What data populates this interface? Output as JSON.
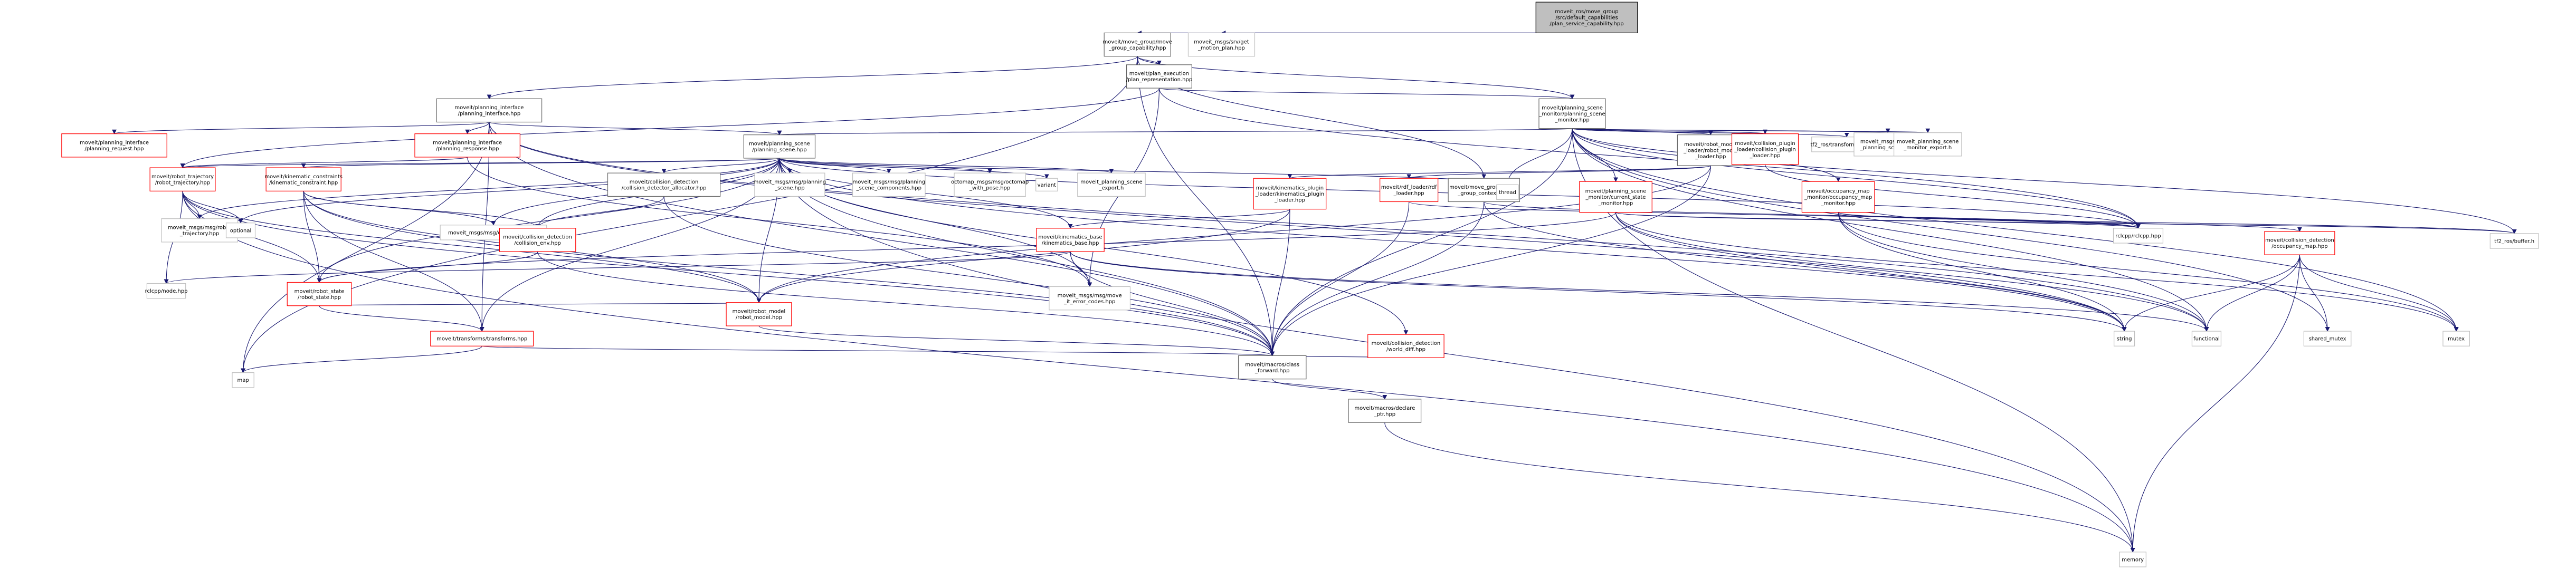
{
  "diagram": {
    "type": "include-dependency-graph",
    "colors": {
      "edge": "#191970",
      "root_fill": "#bfbfbf",
      "documented_border": "#666666",
      "truncated_border": "#ff0000",
      "external_border": "#bfbfbf"
    },
    "nodes": [
      {
        "id": "root",
        "lines": [
          "moveit_ros/move_group",
          "/src/default_capabilities",
          "/plan_service_capability.hpp"
        ],
        "kind": "root"
      },
      {
        "id": "move_group_capability",
        "lines": [
          "moveit/move_group/move",
          "_group_capability.hpp"
        ],
        "kind": "documented"
      },
      {
        "id": "get_motion_plan",
        "lines": [
          "moveit_msgs/srv/get",
          "_motion_plan.hpp"
        ],
        "kind": "external"
      },
      {
        "id": "plan_representation",
        "lines": [
          "moveit/plan_execution",
          "/plan_representation.hpp"
        ],
        "kind": "documented"
      },
      {
        "id": "planning_interface",
        "lines": [
          "moveit/planning_interface",
          "/planning_interface.hpp"
        ],
        "kind": "documented"
      },
      {
        "id": "planning_scene_monitor",
        "lines": [
          "moveit/planning_scene",
          "_monitor/planning_scene",
          "_monitor.hpp"
        ],
        "kind": "documented"
      },
      {
        "id": "planning_request",
        "lines": [
          "moveit/planning_interface",
          "/planning_request.hpp"
        ],
        "kind": "truncated"
      },
      {
        "id": "planning_response",
        "lines": [
          "moveit/planning_interface",
          "/planning_response.hpp"
        ],
        "kind": "truncated"
      },
      {
        "id": "planning_scene",
        "lines": [
          "moveit/planning_scene",
          "/planning_scene.hpp"
        ],
        "kind": "documented"
      },
      {
        "id": "robot_model_loader",
        "lines": [
          "moveit/robot_model",
          "_loader/robot_model",
          "_loader.hpp"
        ],
        "kind": "documented"
      },
      {
        "id": "collision_plugin_loader",
        "lines": [
          "moveit/collision_plugin",
          "_loader/collision_plugin",
          "_loader.hpp"
        ],
        "kind": "truncated"
      },
      {
        "id": "tf2_transform_listener",
        "lines": [
          "tf2_ros/transform_listener.h"
        ],
        "kind": "external"
      },
      {
        "id": "get_planning_scene",
        "lines": [
          "moveit_msgs/srv/get",
          "_planning_scene.hpp"
        ],
        "kind": "external"
      },
      {
        "id": "psm_export",
        "lines": [
          "moveit_planning_scene",
          "_monitor_export.h"
        ],
        "kind": "external"
      },
      {
        "id": "robot_trajectory",
        "lines": [
          "moveit/robot_trajectory",
          "/robot_trajectory.hpp"
        ],
        "kind": "truncated"
      },
      {
        "id": "kinematic_constraint",
        "lines": [
          "moveit/kinematic_constraints",
          "/kinematic_constraint.hpp"
        ],
        "kind": "truncated"
      },
      {
        "id": "collision_detector_allocator",
        "lines": [
          "moveit/collision_detection",
          "/collision_detector_allocator.hpp"
        ],
        "kind": "documented"
      },
      {
        "id": "msg_planning_scene",
        "lines": [
          "moveit_msgs/msg/planning",
          "_scene.hpp"
        ],
        "kind": "external"
      },
      {
        "id": "msg_planning_scene_components",
        "lines": [
          "moveit_msgs/msg/planning",
          "_scene_components.hpp"
        ],
        "kind": "external"
      },
      {
        "id": "octomap_with_pose",
        "lines": [
          "octomap_msgs/msg/octomap",
          "_with_pose.hpp"
        ],
        "kind": "external"
      },
      {
        "id": "variant",
        "lines": [
          "variant"
        ],
        "kind": "external"
      },
      {
        "id": "planning_scene_export",
        "lines": [
          "moveit_planning_scene",
          "_export.h"
        ],
        "kind": "external"
      },
      {
        "id": "kinematics_plugin_loader",
        "lines": [
          "moveit/kinematics_plugin",
          "_loader/kinematics_plugin",
          "_loader.hpp"
        ],
        "kind": "truncated"
      },
      {
        "id": "rdf_loader",
        "lines": [
          "moveit/rdf_loader/rdf",
          "_loader.hpp"
        ],
        "kind": "truncated"
      },
      {
        "id": "move_group_context",
        "lines": [
          "moveit/move_group/move",
          "_group_context.hpp"
        ],
        "kind": "documented"
      },
      {
        "id": "thread",
        "lines": [
          "thread"
        ],
        "kind": "external"
      },
      {
        "id": "current_state_monitor",
        "lines": [
          "moveit/planning_scene",
          "_monitor/current_state",
          "_monitor.hpp"
        ],
        "kind": "truncated"
      },
      {
        "id": "occupancy_map_monitor",
        "lines": [
          "moveit/occupancy_map",
          "_monitor/occupancy_map",
          "_monitor.hpp"
        ],
        "kind": "truncated"
      },
      {
        "id": "msg_robot_trajectory",
        "lines": [
          "moveit_msgs/msg/robot",
          "_trajectory.hpp"
        ],
        "kind": "external"
      },
      {
        "id": "optional",
        "lines": [
          "optional"
        ],
        "kind": "external"
      },
      {
        "id": "msg_constraints",
        "lines": [
          "moveit_msgs/msg/constraints.hpp"
        ],
        "kind": "external"
      },
      {
        "id": "collision_env",
        "lines": [
          "moveit/collision_detection",
          "/collision_env.hpp"
        ],
        "kind": "truncated"
      },
      {
        "id": "kinematics_base",
        "lines": [
          "moveit/kinematics_base",
          "/kinematics_base.hpp"
        ],
        "kind": "truncated"
      },
      {
        "id": "rclcpp",
        "lines": [
          "rclcpp/rclcpp.hpp"
        ],
        "kind": "external"
      },
      {
        "id": "occupancy_map",
        "lines": [
          "moveit/collision_detection",
          "/occupancy_map.hpp"
        ],
        "kind": "truncated"
      },
      {
        "id": "tf2_buffer",
        "lines": [
          "tf2_ros/buffer.h"
        ],
        "kind": "external"
      },
      {
        "id": "rclcpp_node",
        "lines": [
          "rclcpp/node.hpp"
        ],
        "kind": "external"
      },
      {
        "id": "robot_state",
        "lines": [
          "moveit/robot_state",
          "/robot_state.hpp"
        ],
        "kind": "truncated"
      },
      {
        "id": "move_it_error_codes",
        "lines": [
          "moveit_msgs/msg/move",
          "_it_error_codes.hpp"
        ],
        "kind": "external"
      },
      {
        "id": "string",
        "lines": [
          "string"
        ],
        "kind": "external"
      },
      {
        "id": "functional",
        "lines": [
          "functional"
        ],
        "kind": "external"
      },
      {
        "id": "shared_mutex",
        "lines": [
          "shared_mutex"
        ],
        "kind": "external"
      },
      {
        "id": "mutex",
        "lines": [
          "mutex"
        ],
        "kind": "external"
      },
      {
        "id": "transforms",
        "lines": [
          "moveit/transforms/transforms.hpp"
        ],
        "kind": "truncated"
      },
      {
        "id": "robot_model",
        "lines": [
          "moveit/robot_model",
          "/robot_model.hpp"
        ],
        "kind": "truncated"
      },
      {
        "id": "world_diff",
        "lines": [
          "moveit/collision_detection",
          "/world_diff.hpp"
        ],
        "kind": "truncated"
      },
      {
        "id": "map",
        "lines": [
          "map"
        ],
        "kind": "external"
      },
      {
        "id": "class_forward",
        "lines": [
          "moveit/macros/class",
          "_forward.hpp"
        ],
        "kind": "documented"
      },
      {
        "id": "declare_ptr",
        "lines": [
          "moveit/macros/declare",
          "_ptr.hpp"
        ],
        "kind": "documented"
      },
      {
        "id": "memory",
        "lines": [
          "memory"
        ],
        "kind": "external"
      }
    ],
    "edges": [
      [
        "root",
        "move_group_capability"
      ],
      [
        "root",
        "get_motion_plan"
      ],
      [
        "move_group_capability",
        "planning_interface"
      ],
      [
        "move_group_capability",
        "plan_representation"
      ],
      [
        "move_group_capability",
        "planning_scene_monitor"
      ],
      [
        "move_group_capability",
        "move_group_context"
      ],
      [
        "move_group_capability",
        "class_forward"
      ],
      [
        "move_group_capability",
        "map"
      ],
      [
        "plan_representation",
        "planning_scene_monitor"
      ],
      [
        "plan_representation",
        "robot_trajectory"
      ],
      [
        "plan_representation",
        "move_it_error_codes"
      ],
      [
        "plan_representation",
        "rclcpp"
      ],
      [
        "planning_interface",
        "planning_request"
      ],
      [
        "planning_interface",
        "planning_response"
      ],
      [
        "planning_interface",
        "planning_scene"
      ],
      [
        "planning_interface",
        "class_forward"
      ],
      [
        "planning_interface",
        "string"
      ],
      [
        "planning_interface",
        "map"
      ],
      [
        "planning_interface",
        "functional"
      ],
      [
        "planning_interface",
        "transforms"
      ],
      [
        "planning_response",
        "robot_trajectory"
      ],
      [
        "planning_response",
        "move_it_error_codes"
      ],
      [
        "planning_scene_monitor",
        "planning_scene"
      ],
      [
        "planning_scene_monitor",
        "robot_model_loader"
      ],
      [
        "planning_scene_monitor",
        "collision_plugin_loader"
      ],
      [
        "planning_scene_monitor",
        "tf2_transform_listener"
      ],
      [
        "planning_scene_monitor",
        "get_planning_scene"
      ],
      [
        "planning_scene_monitor",
        "psm_export"
      ],
      [
        "planning_scene_monitor",
        "current_state_monitor"
      ],
      [
        "planning_scene_monitor",
        "occupancy_map_monitor"
      ],
      [
        "planning_scene_monitor",
        "thread"
      ],
      [
        "planning_scene_monitor",
        "rclcpp"
      ],
      [
        "planning_scene_monitor",
        "tf2_buffer"
      ],
      [
        "planning_scene_monitor",
        "shared_mutex"
      ],
      [
        "planning_scene_monitor",
        "mutex"
      ],
      [
        "planning_scene_monitor",
        "memory"
      ],
      [
        "planning_scene_monitor",
        "class_forward"
      ],
      [
        "planning_scene_monitor",
        "functional"
      ],
      [
        "planning_scene",
        "robot_trajectory"
      ],
      [
        "planning_scene",
        "kinematic_constraint"
      ],
      [
        "planning_scene",
        "collision_detector_allocator"
      ],
      [
        "planning_scene",
        "msg_planning_scene"
      ],
      [
        "planning_scene",
        "msg_planning_scene_components"
      ],
      [
        "planning_scene",
        "octomap_with_pose"
      ],
      [
        "planning_scene",
        "variant"
      ],
      [
        "planning_scene",
        "planning_scene_export"
      ],
      [
        "planning_scene",
        "thread"
      ],
      [
        "planning_scene",
        "rclcpp"
      ],
      [
        "planning_scene",
        "kinematics_base"
      ],
      [
        "planning_scene",
        "robot_state"
      ],
      [
        "planning_scene",
        "robot_model"
      ],
      [
        "planning_scene",
        "collision_env"
      ],
      [
        "planning_scene",
        "world_diff"
      ],
      [
        "planning_scene",
        "transforms"
      ],
      [
        "planning_scene",
        "class_forward"
      ],
      [
        "planning_scene",
        "msg_robot_trajectory"
      ],
      [
        "planning_scene",
        "optional"
      ],
      [
        "planning_scene",
        "msg_constraints"
      ],
      [
        "planning_scene",
        "move_it_error_codes"
      ],
      [
        "planning_scene",
        "string"
      ],
      [
        "planning_scene",
        "memory"
      ],
      [
        "robot_model_loader",
        "kinematics_plugin_loader"
      ],
      [
        "robot_model_loader",
        "rdf_loader"
      ],
      [
        "robot_model_loader",
        "robot_model"
      ],
      [
        "robot_model_loader",
        "class_forward"
      ],
      [
        "kinematics_plugin_loader",
        "kinematics_base"
      ],
      [
        "kinematics_plugin_loader",
        "robot_model"
      ],
      [
        "kinematics_plugin_loader",
        "class_forward"
      ],
      [
        "rdf_loader",
        "rclcpp"
      ],
      [
        "rdf_loader",
        "class_forward"
      ],
      [
        "move_group_context",
        "rclcpp"
      ],
      [
        "move_group_context",
        "string"
      ],
      [
        "move_group_context",
        "class_forward"
      ],
      [
        "collision_plugin_loader",
        "rclcpp"
      ],
      [
        "current_state_monitor",
        "rclcpp"
      ],
      [
        "current_state_monitor",
        "string"
      ],
      [
        "current_state_monitor",
        "functional"
      ],
      [
        "current_state_monitor",
        "mutex"
      ],
      [
        "current_state_monitor",
        "tf2_buffer"
      ],
      [
        "current_state_monitor",
        "robot_state"
      ],
      [
        "occupancy_map_monitor",
        "occupancy_map"
      ],
      [
        "occupancy_map_monitor",
        "rclcpp"
      ],
      [
        "occupancy_map_monitor",
        "string"
      ],
      [
        "occupancy_map_monitor",
        "functional"
      ],
      [
        "occupancy_map_monitor",
        "mutex"
      ],
      [
        "occupancy_map_monitor",
        "tf2_buffer"
      ],
      [
        "occupancy_map",
        "shared_mutex"
      ],
      [
        "occupancy_map",
        "mutex"
      ],
      [
        "occupancy_map",
        "string"
      ],
      [
        "occupancy_map",
        "functional"
      ],
      [
        "occupancy_map",
        "memory"
      ],
      [
        "robot_trajectory",
        "msg_robot_trajectory"
      ],
      [
        "robot_trajectory",
        "optional"
      ],
      [
        "robot_trajectory",
        "robot_state"
      ],
      [
        "robot_trajectory",
        "robot_model"
      ],
      [
        "robot_trajectory",
        "rclcpp_node"
      ],
      [
        "robot_trajectory",
        "class_forward"
      ],
      [
        "robot_trajectory",
        "memory"
      ],
      [
        "kinematic_constraint",
        "msg_constraints"
      ],
      [
        "kinematic_constraint",
        "collision_env"
      ],
      [
        "kinematic_constraint",
        "robot_state"
      ],
      [
        "kinematic_constraint",
        "robot_model"
      ],
      [
        "kinematic_constraint",
        "transforms"
      ],
      [
        "kinematic_constraint",
        "class_forward"
      ],
      [
        "collision_detector_allocator",
        "collision_env"
      ],
      [
        "collision_detector_allocator",
        "class_forward"
      ],
      [
        "collision_env",
        "robot_state"
      ],
      [
        "collision_env",
        "class_forward"
      ],
      [
        "kinematics_base",
        "move_it_error_codes"
      ],
      [
        "kinematics_base",
        "rclcpp_node"
      ],
      [
        "kinematics_base",
        "string"
      ],
      [
        "kinematics_base",
        "functional"
      ],
      [
        "kinematics_base",
        "class_forward"
      ],
      [
        "robot_state",
        "transforms"
      ],
      [
        "robot_state",
        "robot_model"
      ],
      [
        "transforms",
        "map"
      ],
      [
        "transforms",
        "class_forward"
      ],
      [
        "robot_model",
        "class_forward"
      ],
      [
        "world_diff",
        "class_forward"
      ],
      [
        "class_forward",
        "declare_ptr"
      ],
      [
        "declare_ptr",
        "memory"
      ]
    ]
  }
}
